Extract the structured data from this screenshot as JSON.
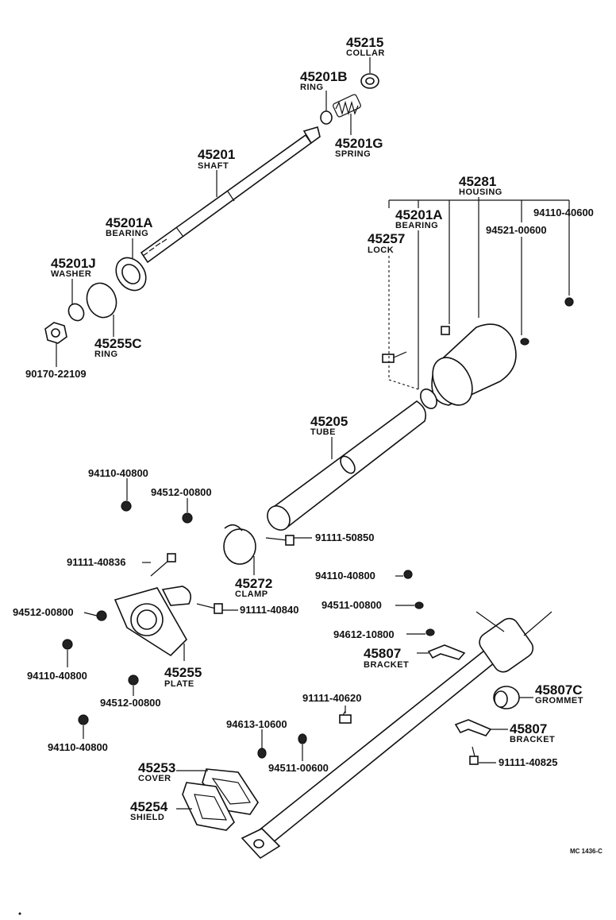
{
  "parts": {
    "p45215": {
      "number": "45215",
      "name": "COLLAR"
    },
    "p45201B": {
      "number": "45201B",
      "name": "RING"
    },
    "p45201G": {
      "number": "45201G",
      "name": "SPRING"
    },
    "p45201": {
      "number": "45201",
      "name": "SHAFT"
    },
    "p45201A_top": {
      "number": "45201A",
      "name": "BEARING"
    },
    "p45201J": {
      "number": "45201J",
      "name": "WASHER"
    },
    "p45255C": {
      "number": "45255C",
      "name": "RING"
    },
    "p90170": {
      "number": "90170-22109"
    },
    "p45281": {
      "number": "45281",
      "name": "HOUSING"
    },
    "p45201A_housing": {
      "number": "45201A",
      "name": "BEARING"
    },
    "p45257": {
      "number": "45257",
      "name": "LOCK"
    },
    "p94110_40600": {
      "number": "94110-40600"
    },
    "p94521": {
      "number": "94521-00600"
    },
    "p45205": {
      "number": "45205",
      "name": "TUBE"
    },
    "p94110_40800_a": {
      "number": "94110-40800"
    },
    "p94512_00800_a": {
      "number": "94512-00800"
    },
    "p91111_50850": {
      "number": "91111-50850"
    },
    "p91111_40836": {
      "number": "91111-40836"
    },
    "p45272": {
      "number": "45272",
      "name": "CLAMP"
    },
    "p94110_40800_b": {
      "number": "94110-40800"
    },
    "p94511_00800": {
      "number": "94511-00800"
    },
    "p94512_00800_b": {
      "number": "94512-00800"
    },
    "p91111_40840": {
      "number": "91111-40840"
    },
    "p94612": {
      "number": "94612-10800"
    },
    "p45807_a": {
      "number": "45807",
      "name": "BRACKET"
    },
    "p94110_40800_c": {
      "number": "94110-40800"
    },
    "p45255": {
      "number": "45255",
      "name": "PLATE"
    },
    "p94512_00800_c": {
      "number": "94512-00800"
    },
    "p45807C": {
      "number": "45807C",
      "name": "GROMMET"
    },
    "p91111_40620": {
      "number": "91111-40620"
    },
    "p94613": {
      "number": "94613-10600"
    },
    "p45807_b": {
      "number": "45807",
      "name": "BRACKET"
    },
    "p94110_40800_d": {
      "number": "94110-40800"
    },
    "p94511_00600": {
      "number": "94511-00600"
    },
    "p91111_40825": {
      "number": "91111-40825"
    },
    "p45253": {
      "number": "45253",
      "name": "COVER"
    },
    "p45254": {
      "number": "45254",
      "name": "SHIELD"
    }
  },
  "catalog_code": "MC 1436-C"
}
